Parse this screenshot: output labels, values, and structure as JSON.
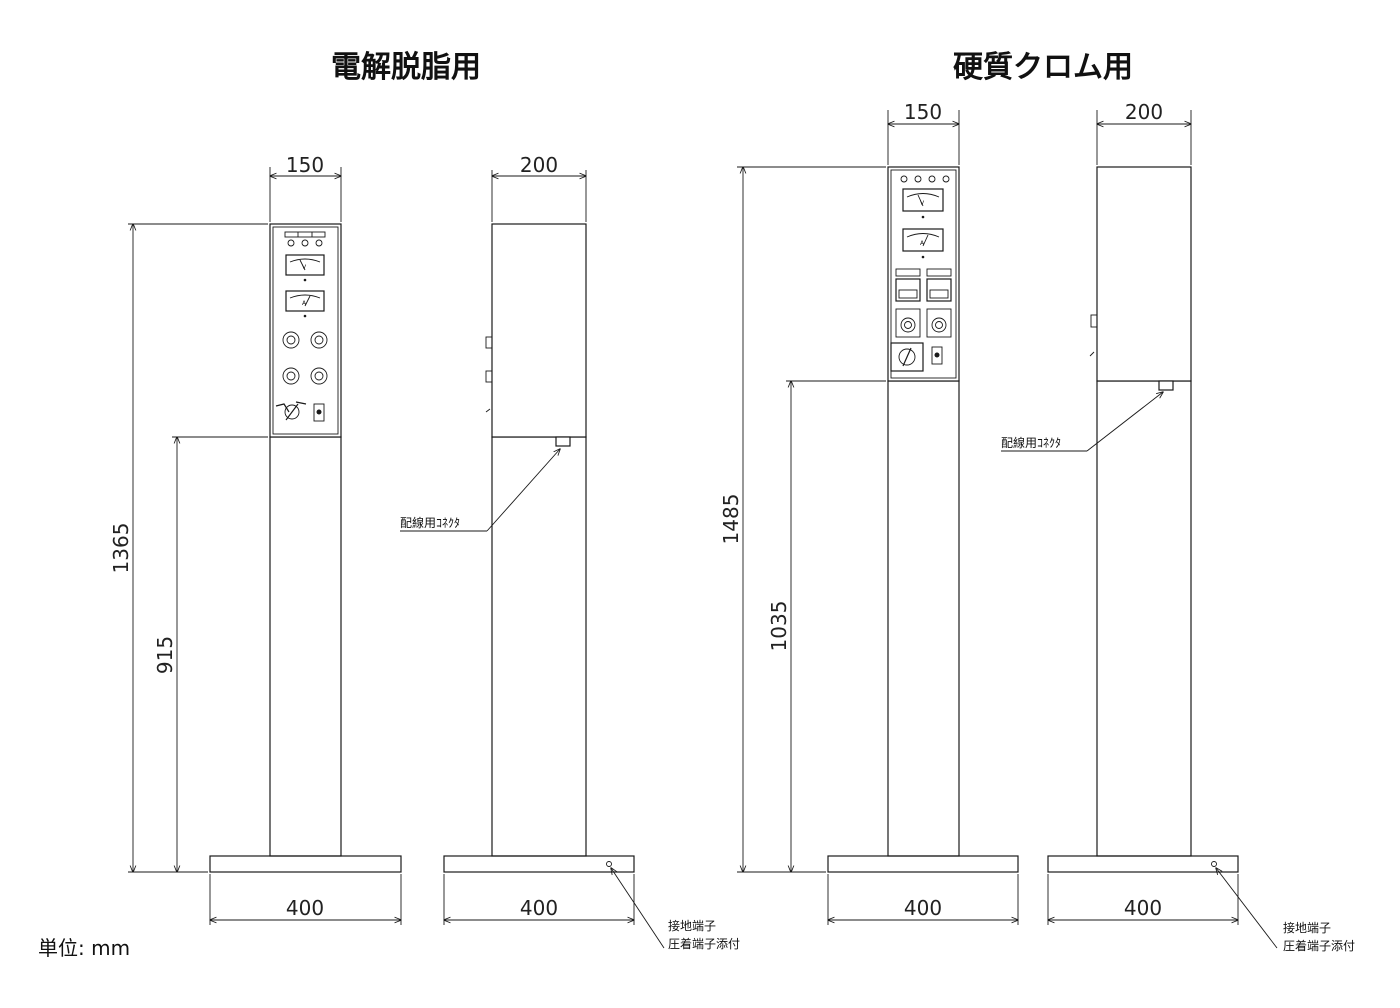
{
  "titles": {
    "left": "電解脱脂用",
    "right": "硬質クロム用"
  },
  "unit_label": "単位: mm",
  "left_unit": {
    "front_width": "150",
    "side_depth": "200",
    "base_front": "400",
    "base_side": "400",
    "total_height": "1365",
    "panel_bottom_height": "915",
    "connector_label": "配線用ｺﾈｸﾀ",
    "ground_label_1": "接地端子",
    "ground_label_2": "圧着端子添付",
    "meter_v": "V",
    "meter_a": "A"
  },
  "right_unit": {
    "front_width": "150",
    "side_depth": "200",
    "base_front": "400",
    "base_side": "400",
    "total_height": "1485",
    "panel_bottom_height": "1035",
    "connector_label": "配線用ｺﾈｸﾀ",
    "ground_label_1": "接地端子",
    "ground_label_2": "圧着端子添付",
    "meter_v": "V",
    "meter_a": "A"
  }
}
